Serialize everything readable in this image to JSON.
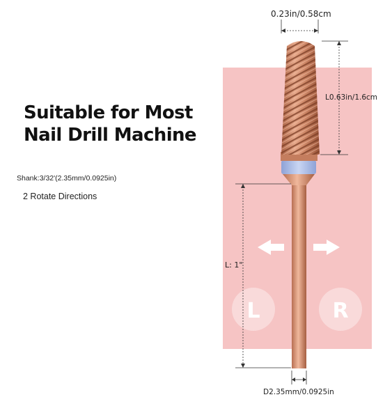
{
  "headline": {
    "line1": "Suitable for Most",
    "line2": "Nail Drill Machine"
  },
  "specs": {
    "shank": "Shank:3/32'(2.35mm/0.0925in)",
    "rotate": "2 Rotate Directions"
  },
  "dimensions": {
    "head_diameter": "0.23in/0.58cm",
    "head_length": "L0.63in/1.6cm",
    "shank_length": "L: 1\"",
    "shank_diameter": "D2.35mm/0.0925in"
  },
  "rotation": {
    "left_letter": "L",
    "right_letter": "R"
  },
  "colors": {
    "panel": "#f6c4c4",
    "bit": "#cf8b6c",
    "band": "#aabbe6",
    "dimension_line": "#333333"
  }
}
